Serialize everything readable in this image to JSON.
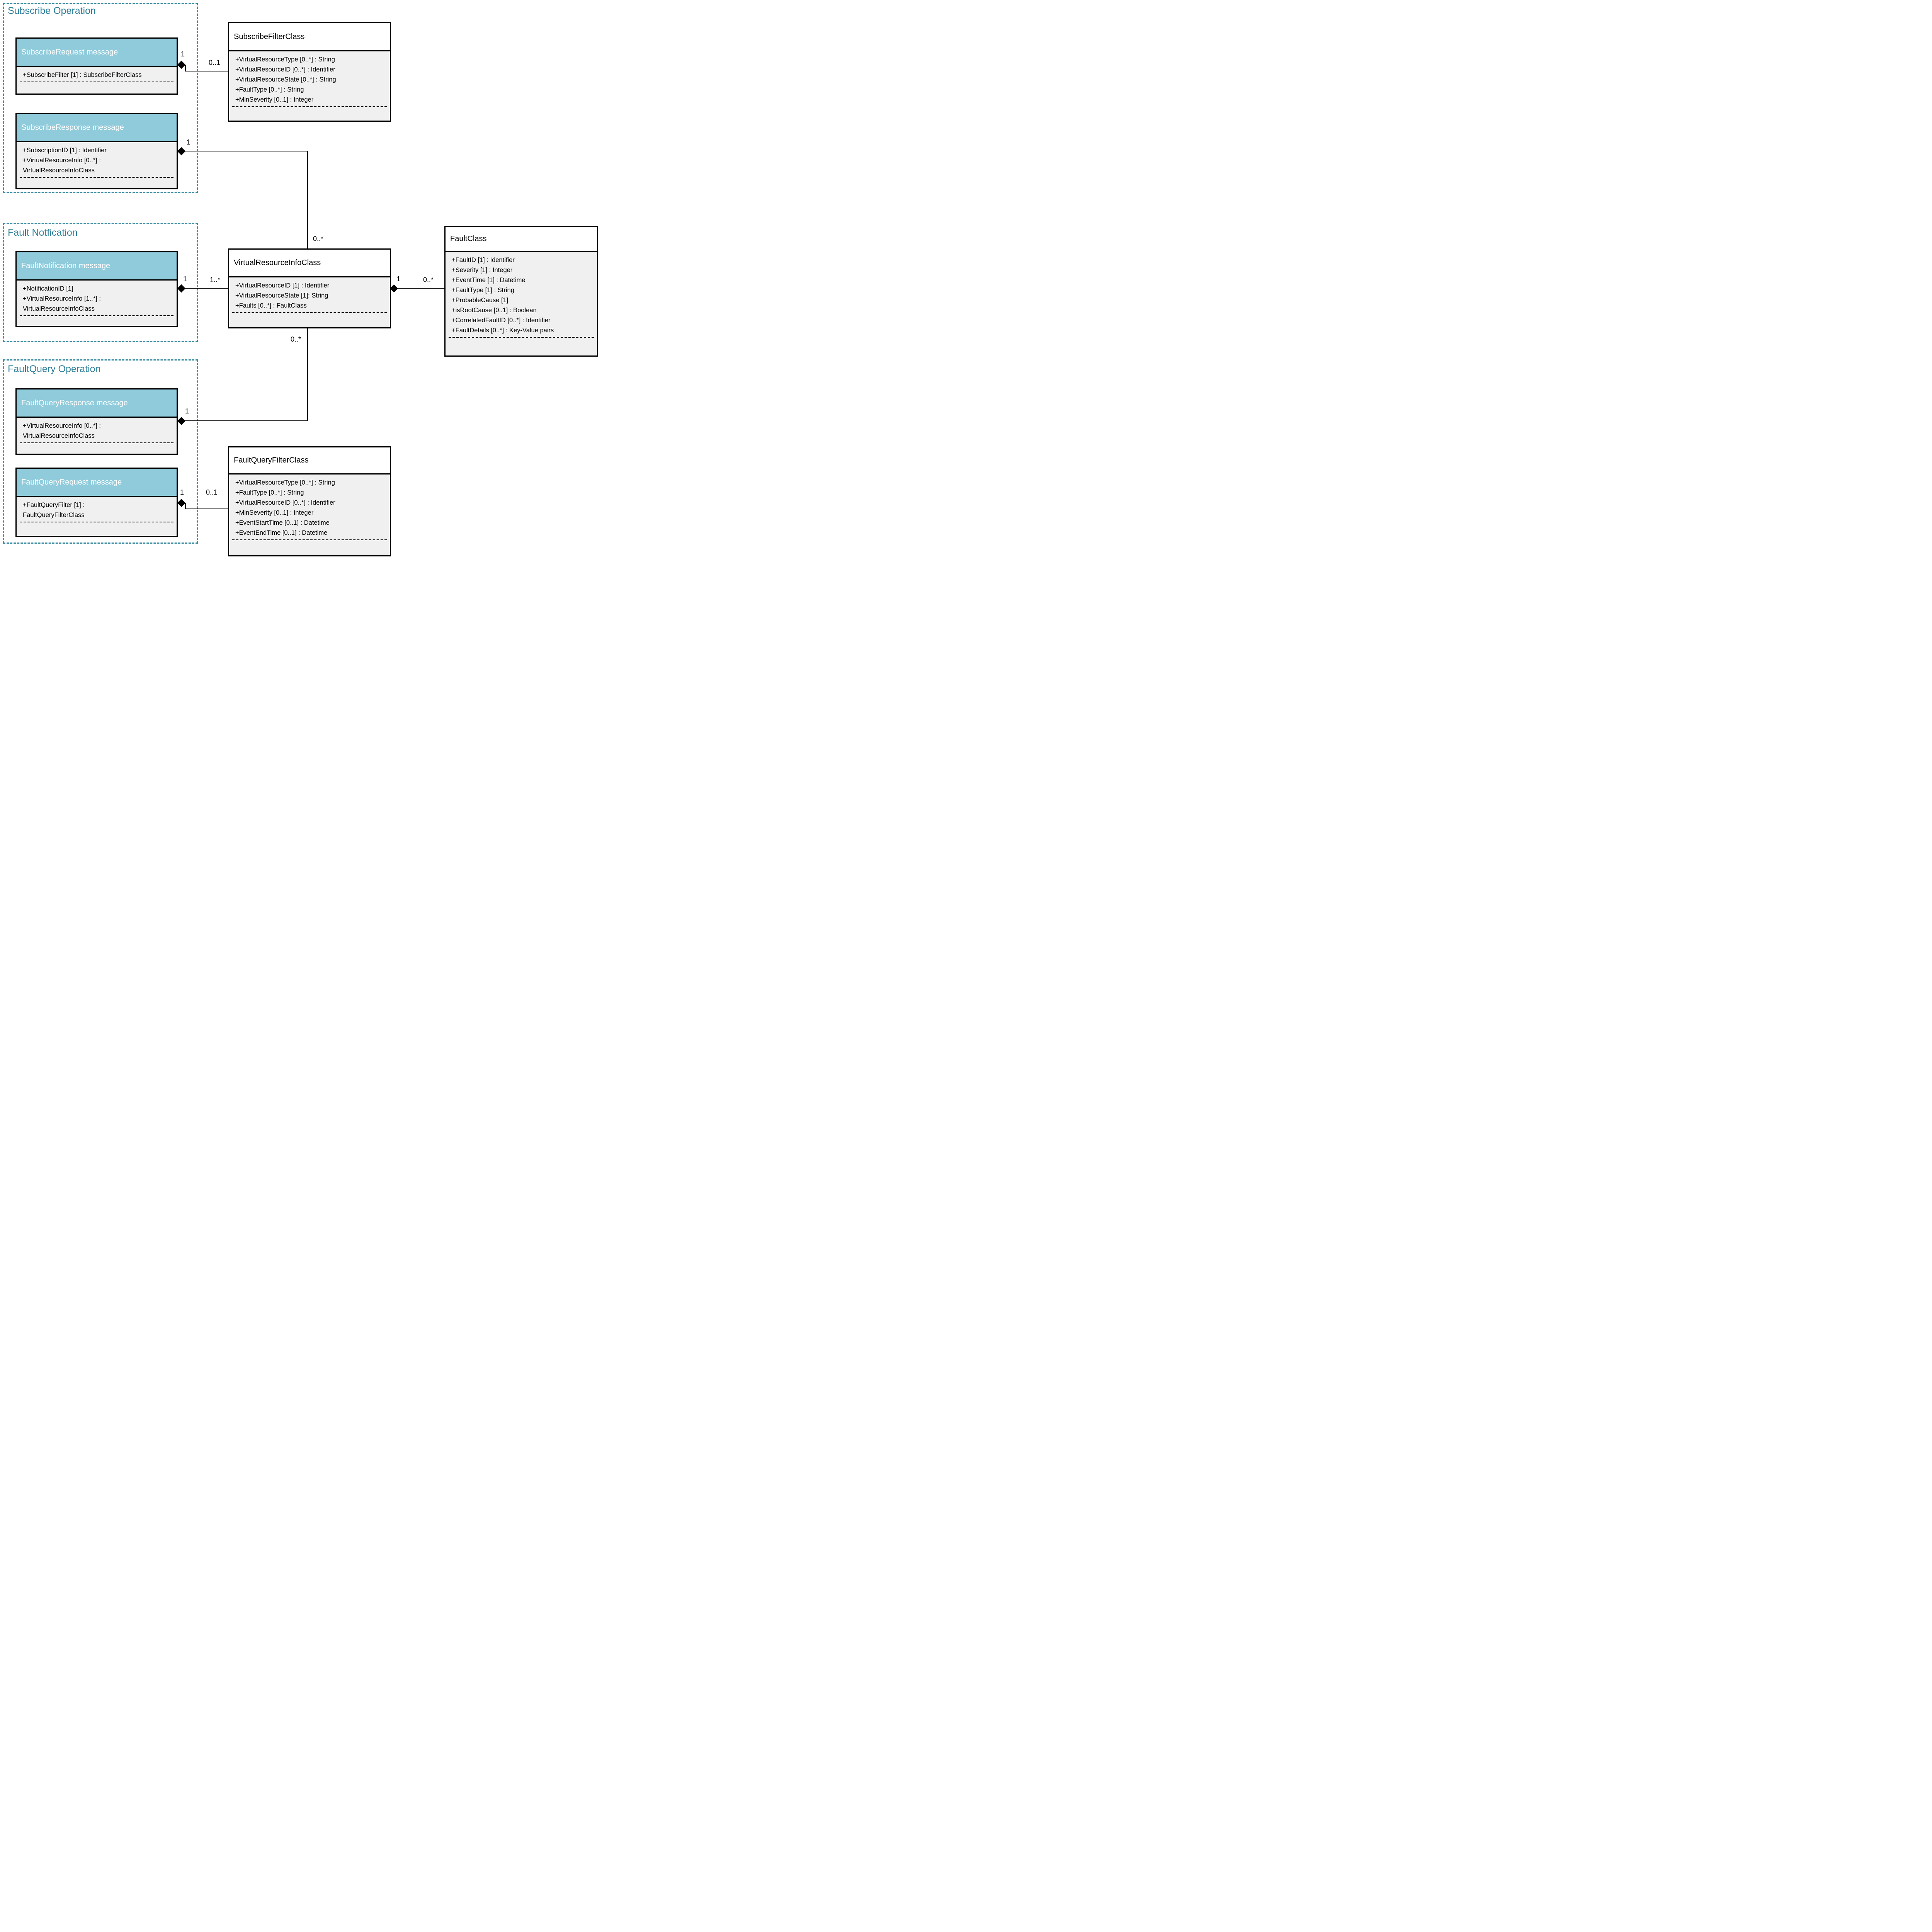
{
  "diagram": {
    "kind": "uml-class-diagram",
    "colors": {
      "message_header_fill": "#8fcbdb",
      "group_accent": "#2f7f99",
      "attr_fill": "#f0f0f0"
    }
  },
  "groups": {
    "subscribe": {
      "title": "Subscribe Operation"
    },
    "faultnotif": {
      "title": "Fault Notfication"
    },
    "faultquery": {
      "title": "FaultQuery Operation"
    }
  },
  "classes": {
    "subscribeRequest": {
      "title": "SubscribeRequest message",
      "attributes": [
        "+SubscribeFilter [1] : SubscribeFilterClass"
      ]
    },
    "subscribeFilter": {
      "title": "SubscribeFilterClass",
      "attributes": [
        "+VirtualResourceType [0..*] : String",
        "+VirtualResourceID [0..*] : Identifier",
        "+VirtualResourceState [0..*] : String",
        "+FaultType [0..*] : String",
        "+MinSeverity [0..1] : Integer"
      ]
    },
    "subscribeResponse": {
      "title": "SubscribeResponse message",
      "attributes": [
        "+SubscriptionID [1] : Identifier",
        "+VirtualResourceInfo [0..*] :",
        "VirtualResourceInfoClass"
      ]
    },
    "faultNotification": {
      "title": "FaultNotification message",
      "attributes": [
        "+NotificationID [1]",
        "+VirtualResourceInfo [1..*] :",
        "VirtualResourceInfoClass"
      ]
    },
    "virtualResourceInfo": {
      "title": "VirtualResourceInfoClass",
      "attributes": [
        "+VirtualResourceID [1] : Identifier",
        "+VirtualResourceState [1]: String",
        "+Faults [0..*] : FaultClass"
      ]
    },
    "faultClass": {
      "title": "FaultClass",
      "attributes": [
        "+FaultID [1] : Identifier",
        "+Severity [1] : Integer",
        "+EventTime [1] : Datetime",
        "+FaultType [1] : String",
        "+ProbableCause [1]",
        "+isRootCause [0..1] : Boolean",
        "+CorrelatedFaultID [0..*] : Identifier",
        "+FaultDetails [0..*] : Key-Value pairs"
      ]
    },
    "faultQueryResponse": {
      "title": "FaultQueryResponse message",
      "attributes": [
        "+VirtualResourceInfo [0..*] :",
        "VirtualResourceInfoClass"
      ]
    },
    "faultQueryRequest": {
      "title": "FaultQueryRequest message",
      "attributes": [
        "+FaultQueryFilter [1] :",
        "FaultQueryFilterClass"
      ]
    },
    "faultQueryFilter": {
      "title": "FaultQueryFilterClass",
      "attributes": [
        "+VirtualResourceType [0..*] : String",
        "+FaultType [0..*] : String",
        "+VirtualResourceID [0..*] : Identifier",
        "+MinSeverity [0..1] : Integer",
        "+EventStartTime [0..1] : Datetime",
        "+EventEndTime [0..1] : Datetime"
      ]
    }
  },
  "edges": {
    "subscribeRequest_subscribeFilter": {
      "src": "1",
      "tgt": "0..1"
    },
    "subscribeResponse_vric": {
      "src": "1",
      "tgt": "0..*"
    },
    "faultNotification_vric": {
      "src": "1",
      "tgt": "1..*"
    },
    "vric_faultClass": {
      "src": "1",
      "tgt": "0..*"
    },
    "faultQueryResponse_vric": {
      "src": "1",
      "tgt": "0..*"
    },
    "faultQueryRequest_faultQueryFilter": {
      "src": "1",
      "tgt": "0..1"
    }
  }
}
